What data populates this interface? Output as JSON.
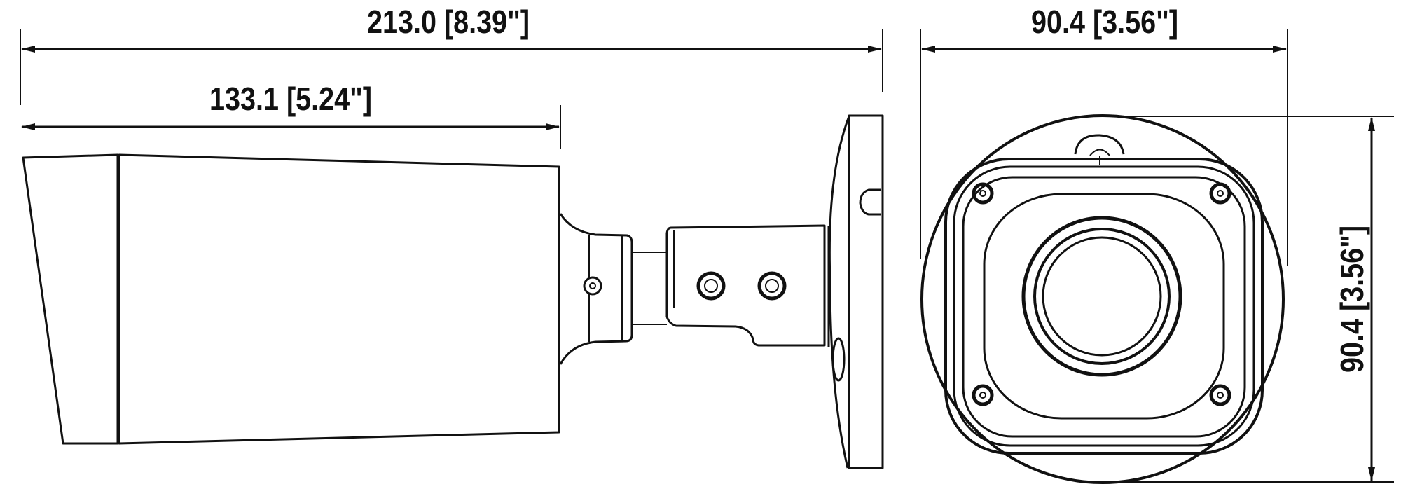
{
  "drawing": {
    "title": "Bullet camera dimensional drawing",
    "units": "mm [inch]",
    "line_color": "#111111",
    "background": "#ffffff",
    "views": {
      "side_view": {
        "label": "side-view",
        "dimensions": {
          "overall_length": {
            "text": "213.0 [8.39\"]",
            "mm": 213.0,
            "inch": 8.39
          },
          "body_length": {
            "text": "133.1 [5.24\"]",
            "mm": 133.1,
            "inch": 5.24
          }
        }
      },
      "front_view": {
        "label": "front-view",
        "dimensions": {
          "width": {
            "text": "90.4 [3.56\"]",
            "mm": 90.4,
            "inch": 3.56
          },
          "height": {
            "text": "90.4 [3.56\"]",
            "mm": 90.4,
            "inch": 3.56
          }
        }
      }
    }
  }
}
